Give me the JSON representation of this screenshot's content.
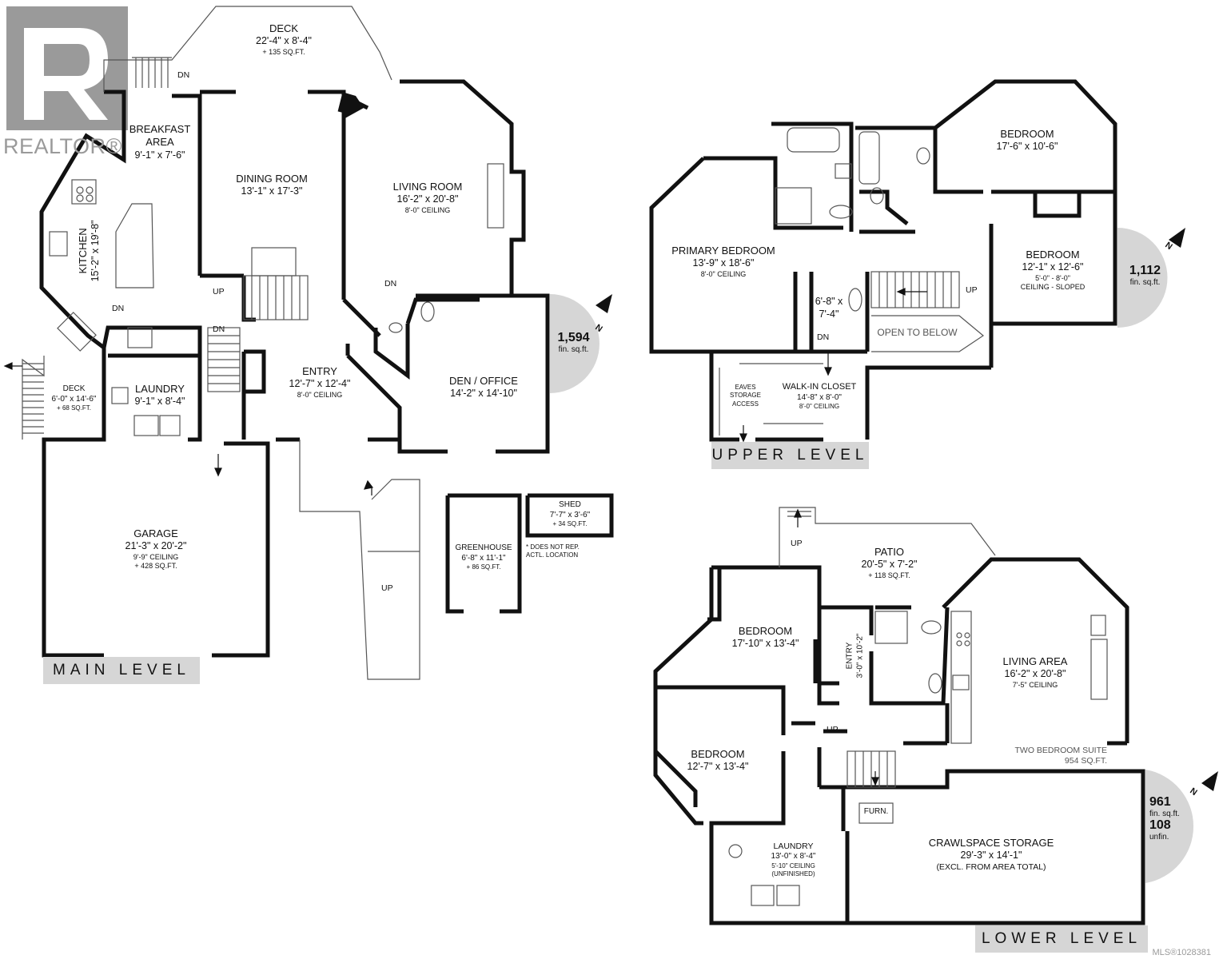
{
  "branding": {
    "logo_text": "REALTOR®",
    "mls": "MLS®1028381"
  },
  "main_level": {
    "label": "MAIN LEVEL",
    "area_value": "1,594",
    "area_unit": "fin. sq.ft.",
    "rooms": {
      "deck_top": {
        "name": "DECK",
        "dim": "22'-4\" x 8'-4\"",
        "extra": "+ 135 SQ.FT."
      },
      "breakfast": {
        "name": "BREAKFAST",
        "name2": "AREA",
        "dim": "9'-1\" x 7'-6\""
      },
      "dining": {
        "name": "DINING ROOM",
        "dim": "13'-1\" x 17'-3\""
      },
      "living": {
        "name": "LIVING ROOM",
        "dim": "16'-2\" x 20'-8\"",
        "extra": "8'-0\" CEILING"
      },
      "kitchen": {
        "name": "KITCHEN",
        "dim": "15'-2\" x 19'-8\""
      },
      "entry": {
        "name": "ENTRY",
        "dim": "12'-7\" x 12'-4\"",
        "extra": "8'-0\" CEILING"
      },
      "den": {
        "name": "DEN / OFFICE",
        "dim": "14'-2\" x 14'-10\""
      },
      "laundry": {
        "name": "LAUNDRY",
        "dim": "9'-1\" x 8'-4\""
      },
      "deck_side": {
        "name": "DECK",
        "dim": "6'-0\" x 14'-6\"",
        "extra": "+ 68 SQ.FT."
      },
      "garage": {
        "name": "GARAGE",
        "dim": "21'-3\" x 20'-2\"",
        "extra": "9'-9\" CEILING",
        "extra2": "+ 428 SQ.FT."
      },
      "greenhouse": {
        "name": "GREENHOUSE",
        "dim": "6'-8\" x 11'-1\"",
        "extra": "+ 86 SQ.FT."
      },
      "shed": {
        "name": "SHED",
        "dim": "7'-7\" x 3'-6\"",
        "extra": "+ 34 SQ.FT."
      }
    },
    "shed_note": [
      "* DOES NOT REP.",
      "ACTL. LOCATION"
    ],
    "markers": {
      "dn_deck": "DN",
      "dn_kitchen": "DN",
      "dn_laundry": "DN",
      "dn_entry": "DN",
      "up_stairs": "UP",
      "up_walk": "UP"
    }
  },
  "upper_level": {
    "label": "UPPER LEVEL",
    "area_value": "1,112",
    "area_unit": "fin. sq.ft.",
    "rooms": {
      "primary": {
        "name": "PRIMARY BEDROOM",
        "dim": "13'-9\" x 18'-6\"",
        "extra": "8'-0\" CEILING"
      },
      "bed_top": {
        "name": "BEDROOM",
        "dim": "17'-6\" x 10'-6\""
      },
      "bed_right": {
        "name": "BEDROOM",
        "dim": "12'-1\" x 12'-6\"",
        "extra": "5'-0\" - 8'-0\"",
        "extra2": "CEILING - SLOPED"
      },
      "closet_small": {
        "dim": "6'-8\" x",
        "dim2": "7'-4\""
      },
      "walkin": {
        "name": "WALK-IN CLOSET",
        "dim": "14'-8\" x 8'-0\"",
        "extra": "8'-0\" CEILING"
      },
      "eaves": {
        "l1": "EAVES",
        "l2": "STORAGE",
        "l3": "ACCESS"
      },
      "open": {
        "name": "OPEN TO BELOW"
      }
    },
    "markers": {
      "dn": "DN",
      "up": "UP"
    }
  },
  "lower_level": {
    "label": "LOWER LEVEL",
    "area_value": "961",
    "area_unit": "fin. sq.ft.",
    "unfin_value": "108",
    "unfin_unit": "unfin.",
    "rooms": {
      "patio": {
        "name": "PATIO",
        "dim": "20'-5\" x 7'-2\"",
        "extra": "+ 118 SQ.FT."
      },
      "bed1": {
        "name": "BEDROOM",
        "dim": "17'-10\" x 13'-4\""
      },
      "entry": {
        "name": "ENTRY",
        "dim": "3'-0\" x 10'-2\""
      },
      "living": {
        "name": "LIVING AREA",
        "dim": "16'-2\" x 20'-8\"",
        "extra": "7'-5\" CEILING"
      },
      "bed2": {
        "name": "BEDROOM",
        "dim": "12'-7\" x 13'-4\""
      },
      "suite": {
        "name": "TWO BEDROOM SUITE",
        "extra": "954 SQ.FT."
      },
      "furn": {
        "name": "FURN."
      },
      "laundry": {
        "name": "LAUNDRY",
        "dim": "13'-0\" x 8'-4\"",
        "extra": "5'-10\" CEILING",
        "extra2": "(UNFINISHED)"
      },
      "crawl": {
        "name": "CRAWLSPACE STORAGE",
        "dim": "29'-3\" x 14'-1\"",
        "extra": "(EXCL. FROM AREA TOTAL)"
      }
    },
    "markers": {
      "up_patio": "UP",
      "up_stairs": "UP"
    }
  },
  "compass": {
    "label": "N"
  },
  "colors": {
    "wall": "#111111",
    "thin": "#555555",
    "badge": "#d6d6d6",
    "logo": "#9a9a9a"
  }
}
